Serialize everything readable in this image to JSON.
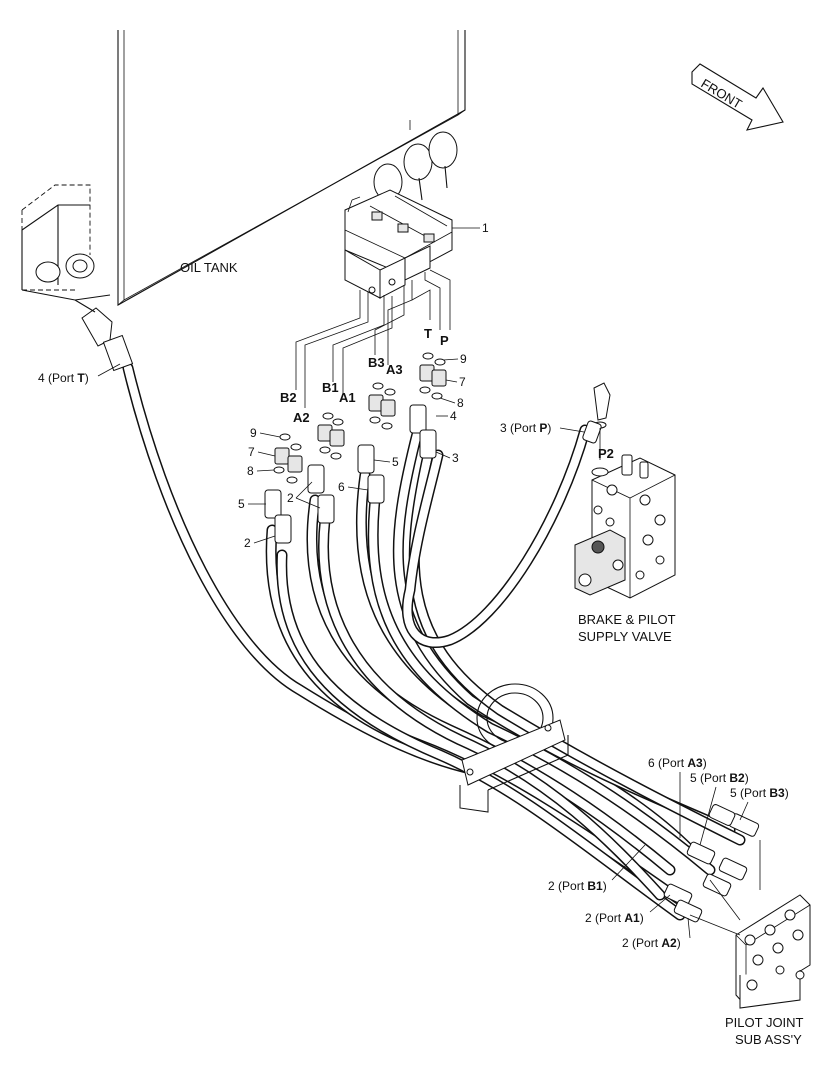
{
  "labels": {
    "oil_tank": "OIL TANK",
    "front": "FRONT",
    "brake_valve_line1": "BRAKE & PILOT",
    "brake_valve_line2": "SUPPLY VALVE",
    "pilot_joint_line1": "PILOT JOINT",
    "pilot_joint_line2": "SUB ASS'Y"
  },
  "ports": {
    "B2": "B2",
    "A2": "A2",
    "B1": "B1",
    "A1": "A1",
    "B3": "B3",
    "A3": "A3",
    "T": "T",
    "P": "P",
    "P2": "P2"
  },
  "callouts": {
    "c1": "1",
    "c9_left": "9",
    "c7_left": "7",
    "c8_left": "8",
    "c5_left": "5",
    "c2_left": "2",
    "c2_mid": "2",
    "c6_mid": "6",
    "c5_mid": "5",
    "c9_right": "9",
    "c7_right": "7",
    "c8_right": "8",
    "c4_right": "4",
    "c3_right": "3"
  },
  "hose_refs": {
    "port_t": {
      "num": "4",
      "pre": " (Port ",
      "port": "T",
      "post": ")"
    },
    "port_p": {
      "num": "3",
      "pre": " (Port ",
      "port": "P",
      "post": ")"
    },
    "port_a3": {
      "num": "6",
      "pre": " (Port ",
      "port": "A3",
      "post": ")"
    },
    "port_b2": {
      "num": "5",
      "pre": " (Port ",
      "port": "B2",
      "post": ")"
    },
    "port_b3": {
      "num": "5",
      "pre": " (Port ",
      "port": "B3",
      "post": ")"
    },
    "port_b1": {
      "num": "2",
      "pre": " (Port ",
      "port": "B1",
      "post": ")"
    },
    "port_a1": {
      "num": "2",
      "pre": " (Port ",
      "port": "A1",
      "post": ")"
    },
    "port_a2": {
      "num": "2",
      "pre": " (Port ",
      "port": "A2",
      "post": ")"
    }
  }
}
